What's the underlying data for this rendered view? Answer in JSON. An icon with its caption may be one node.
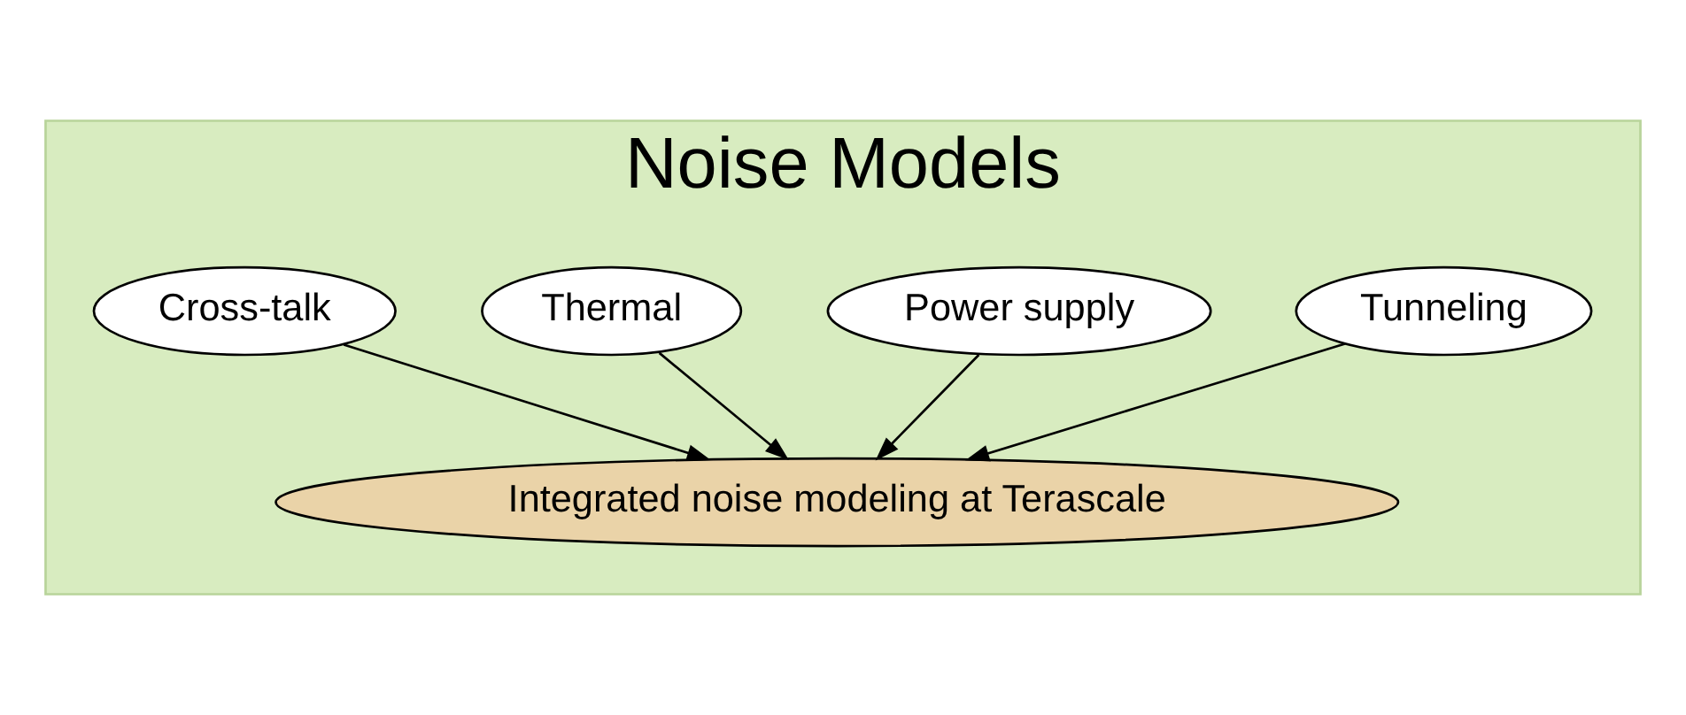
{
  "diagram": {
    "nodes": [
      {
        "text": [
          "Noise Models"
        ]
      },
      {
        "text": [
          "Tunneling"
        ],
        "in": 0
      },
      {
        "text": [
          "Power supply"
        ],
        "in": 0
      },
      {
        "text": [
          "Thermal"
        ],
        "in": 0
      },
      {
        "text": [
          "Cross-talk"
        ],
        "in": 0
      },
      {
        "text": [
          "Integrated noise modeling at Terascale"
        ],
        "in": 0
      }
    ],
    "edges": [
      {
        "from": 1,
        "to": 5,
        "arrow": "to"
      },
      {
        "from": 2,
        "to": 5,
        "arrow": "to"
      },
      {
        "from": 3,
        "to": 5,
        "arrow": "to"
      },
      {
        "from": 4,
        "to": 5,
        "arrow": "to"
      }
    ]
  }
}
